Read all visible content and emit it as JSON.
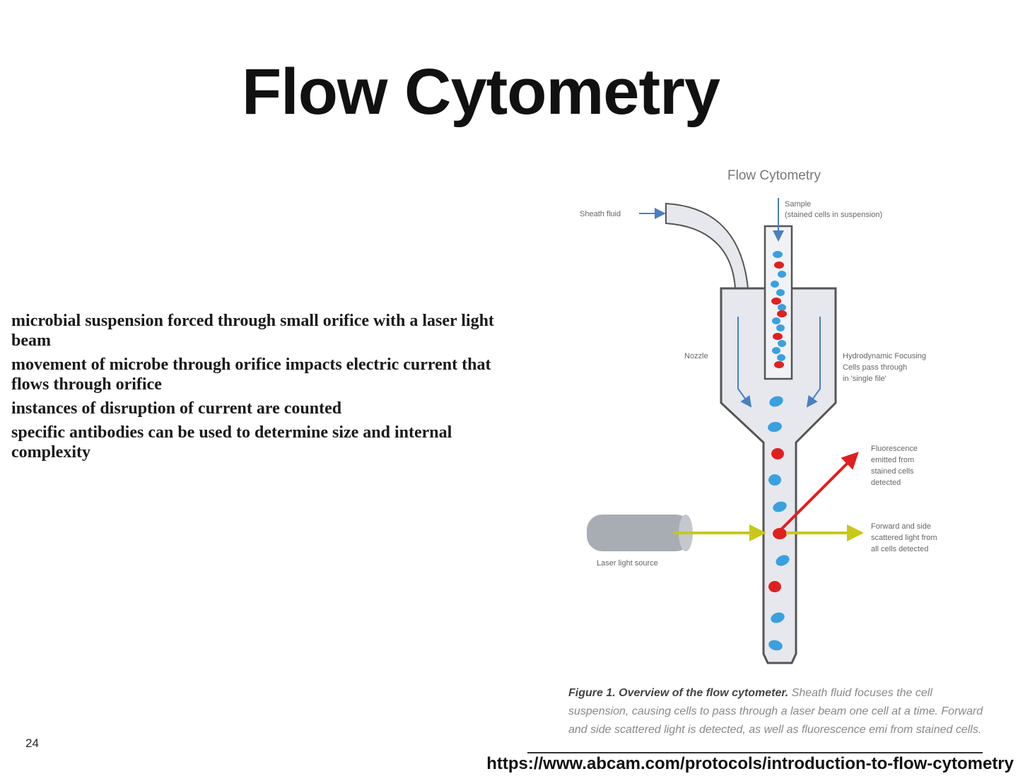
{
  "slide": {
    "title": "Flow Cytometry",
    "bullets": [
      "microbial suspension forced through small orifice with a laser light beam",
      "movement of microbe through orifice impacts electric current that flows through orifice",
      "instances of disruption of current are counted",
      "specific antibodies can be used to determine size and internal complexity"
    ],
    "page_number": "24",
    "source_url": "https://www.abcam.com/protocols/introduction-to-flow-cytometry"
  },
  "figure": {
    "title": "Flow Cytometry",
    "labels": {
      "sheath_fluid": "Sheath fluid",
      "sample_line1": "Sample",
      "sample_line2": "(stained cells in suspension)",
      "nozzle": "Nozzle",
      "focus_line1": "Hydrodynamic Focusing",
      "focus_line2": "Cells pass through",
      "focus_line3": "in 'single file'",
      "fluor_line1": "Fluorescence",
      "fluor_line2": "emitted from",
      "fluor_line3": "stained cells",
      "fluor_line4": "detected",
      "scatter_line1": "Forward and side",
      "scatter_line2": "scattered light from",
      "scatter_line3": "all cells detected",
      "laser": "Laser light source"
    },
    "caption_lead": "Figure 1. Overview of the flow cytometer.",
    "caption_text": "Sheath fluid focuses the cell suspension, causing cells to pass through a laser beam one cell at a time. Forward and side scattered light is detected, as well as fluorescence emi from stained cells.",
    "colors": {
      "blue_cell": "#3aa0e0",
      "red_cell": "#e02020",
      "laser_beam": "#c8c81a",
      "fluorescence_arrow": "#e02020",
      "channel_fill": "#e6e8ee",
      "laser_body": "#a8adb3"
    }
  }
}
